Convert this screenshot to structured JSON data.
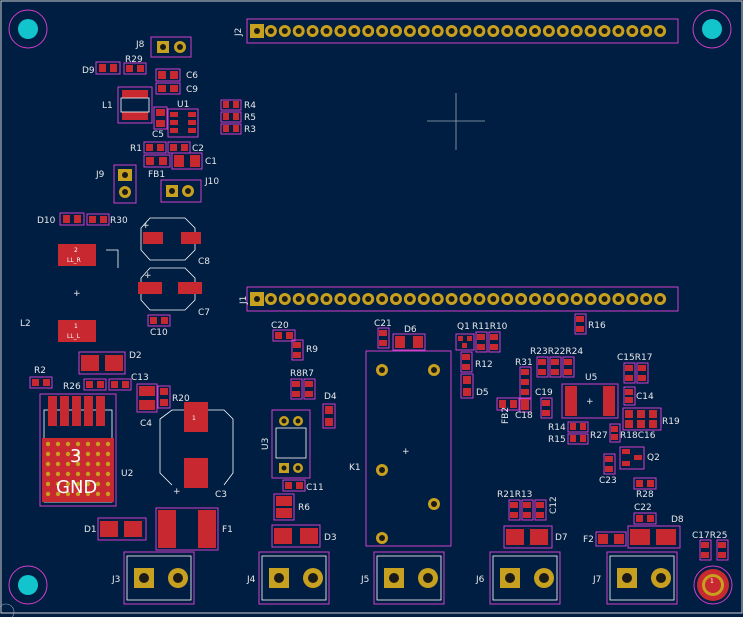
{
  "board": {
    "background": "#001d42",
    "edge_color": "#d0d0d0",
    "courtyard_color": "#d23ec8",
    "pad_color": "#c8282f",
    "pin_color": "#c8a020",
    "mounting_hole_color": "#12c4cc"
  },
  "labels": {
    "J2": "J2",
    "J1": "J1",
    "J8": "J8",
    "D9": "D9",
    "R29": "R29",
    "C6": "C6",
    "C9": "C9",
    "L1": "L1",
    "U1": "U1",
    "R4": "R4",
    "R5": "R5",
    "R3": "R3",
    "C5": "C5",
    "R1": "R1",
    "C2": "C2",
    "C1": "C1",
    "FB1": "FB1",
    "J9": "J9",
    "J10": "J10",
    "D10": "D10",
    "R30": "R30",
    "C8": "C8",
    "C7": "C7",
    "C10": "C10",
    "L2": "L2",
    "D2": "D2",
    "R2": "R2",
    "R26": "R26",
    "C13": "C13",
    "C4": "C4",
    "R20": "R20",
    "U2": "U2",
    "C3": "C3",
    "D1": "D1",
    "F1": "F1",
    "C20": "C20",
    "R9": "R9",
    "R8R7": "R8R7",
    "D4": "D4",
    "U3": "U3",
    "C11": "C11",
    "R6": "R6",
    "D3": "D3",
    "C21": "C21",
    "D6": "D6",
    "Q1": "Q1",
    "R11R10": "R11R10",
    "R12": "R12",
    "D5": "D5",
    "K1": "K1",
    "R16": "R16",
    "R23R22R24": "R23R22R24",
    "R31": "R31",
    "C15R17": "C15R17",
    "U5": "U5",
    "C19": "C19",
    "C18": "C18",
    "FB2": "FB2",
    "C14": "C14",
    "R19": "R19",
    "R14": "R14",
    "R15": "R15",
    "R27": "R27",
    "R18C16": "R18C16",
    "Q2": "Q2",
    "C23": "C23",
    "R28": "R28",
    "R21R13": "R21R13",
    "C12": "C12",
    "D7": "D7",
    "C22": "C22",
    "D8": "D8",
    "F2": "F2",
    "C17R25": "C17R25",
    "J3": "J3",
    "J4": "J4",
    "J5": "J5",
    "J6": "J6",
    "J7": "J7"
  },
  "silkscreen": {
    "L2_pad2": "2",
    "L2_pad2_name": "LL_R",
    "L2_pad1": "1",
    "L2_pad1_name": "LL_L",
    "U2_pin": "3",
    "U2_net": "GND",
    "C3_pad1": "1",
    "mount_pad": "1"
  }
}
